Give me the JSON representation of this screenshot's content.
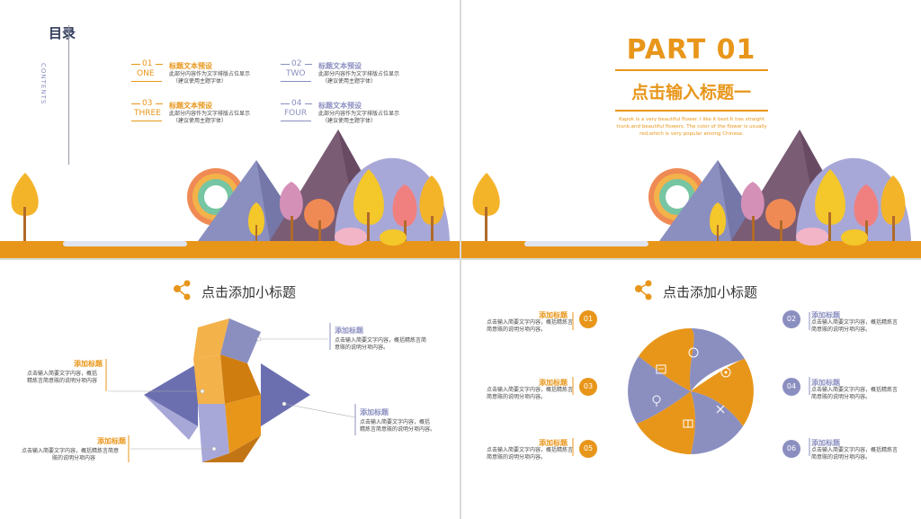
{
  "slide1": {
    "title": "目录",
    "subtitle": "CONTENTS",
    "items": [
      {
        "num": "01",
        "word": "ONE",
        "heading": "标题文本预设",
        "desc1": "此部分内容作为文字排版占位显示",
        "desc2": "（建议使用主题字体）",
        "color": "#e8961a"
      },
      {
        "num": "02",
        "word": "TWO",
        "heading": "标题文本预设",
        "desc1": "此部分内容作为文字排版占位显示",
        "desc2": "（建议使用主题字体）",
        "color": "#8b8fc0"
      },
      {
        "num": "03",
        "word": "THREE",
        "heading": "标题文本预设",
        "desc1": "此部分内容作为文字排版占位显示",
        "desc2": "（建议使用主题字体）",
        "color": "#e8961a"
      },
      {
        "num": "04",
        "word": "FOUR",
        "heading": "标题文本预设",
        "desc1": "此部分内容作为文字排版占位显示",
        "desc2": "（建议使用主题字体）",
        "color": "#8b8fc0"
      }
    ]
  },
  "slide2": {
    "part": "PART 01",
    "title": "点击输入标题一",
    "desc1": "Kapok is a very  beautiful flower. I like it best.It has straight",
    "desc2": "trunk,and beautiful flowers. The color of the flower is usually",
    "desc3": "red,which is very popular among Chinese."
  },
  "slide3": {
    "title": "点击添加小标题",
    "blocks": [
      {
        "heading": "添加标题",
        "line1": "点击输入简要文字内容，概括精炼言简",
        "line2": "意赅的说明分项内容。",
        "color": "#e8961a"
      },
      {
        "heading": "添加标题",
        "line1": "点击输入简要文字内容，概括",
        "line2": "精炼言简意赅的说明分项内容",
        "color": "#e8961a"
      },
      {
        "heading": "添加标题",
        "line1": "点击输入简要文字内容，概括",
        "line2": "精炼言简意赅的说明分项内容。",
        "color": "#8b8fc0"
      },
      {
        "heading": "添加标题",
        "line1": "点击输入简要文字内容，概括精炼言简意",
        "line2": "赅的说明分项内容",
        "color": "#e8961a"
      }
    ]
  },
  "slide4": {
    "title": "点击添加小标题",
    "items": [
      {
        "num": "01",
        "heading": "添加标题",
        "line1": "点击输入简要文字内容，概括精炼言",
        "line2": "简意赅的说明分项内容。",
        "color": "#e8961a"
      },
      {
        "num": "02",
        "heading": "添加标题",
        "line1": "点击输入简要文字内容，概括精炼言",
        "line2": "简意赅的说明分项内容。",
        "color": "#8b8fc0"
      },
      {
        "num": "03",
        "heading": "添加标题",
        "line1": "点击输入简要文字内容，概括精炼言",
        "line2": "简意赅的说明分项内容。",
        "color": "#e8961a"
      },
      {
        "num": "04",
        "heading": "添加标题",
        "line1": "点击输入简要文字内容，概括精炼言",
        "line2": "简意赅的说明分项内容。",
        "color": "#8b8fc0"
      },
      {
        "num": "05",
        "heading": "添加标题",
        "line1": "点击输入简要文字内容，概括精炼言",
        "line2": "简意赅的说明分项内容。",
        "color": "#e8961a"
      },
      {
        "num": "06",
        "heading": "添加标题",
        "line1": "点击输入简要文字内容，概括精炼言",
        "line2": "简意赅的说明分项内容。",
        "color": "#8b8fc0"
      }
    ]
  },
  "colors": {
    "orange": "#e8961a",
    "purple": "#8b8fc0",
    "dark_purple": "#7a5c74",
    "light_purple": "#a8a8d8"
  },
  "icons": [
    "share-icon",
    "baseball-icon",
    "gear-icon",
    "tools-icon",
    "gift-icon",
    "lightbulb-icon",
    "document-icon"
  ]
}
